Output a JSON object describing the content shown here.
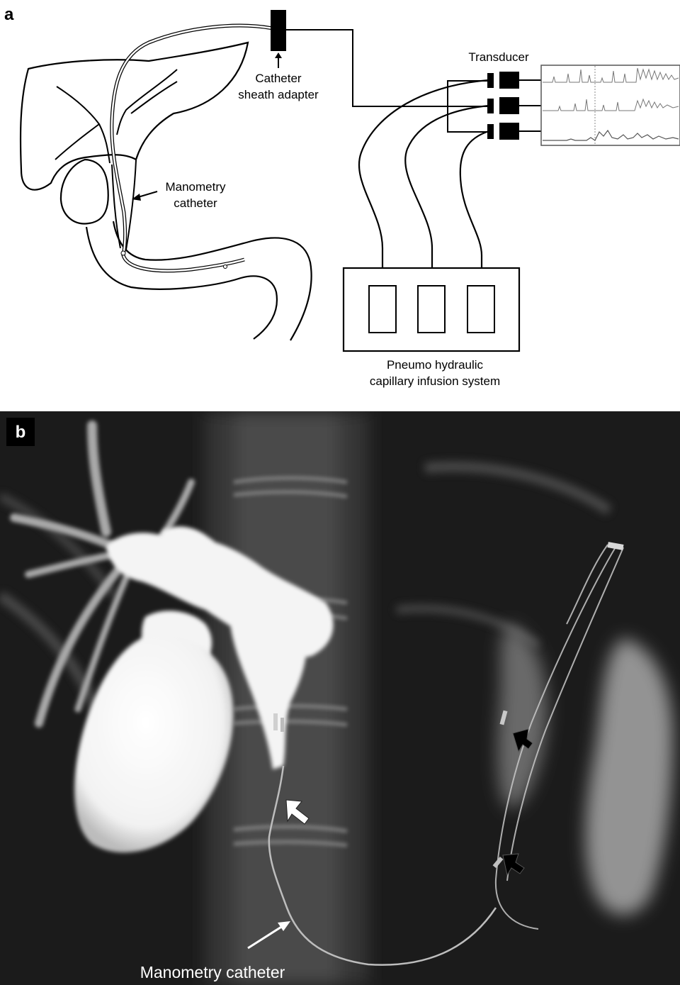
{
  "panel_a": {
    "letter": "a",
    "labels": {
      "catheter_line1": "Catheter",
      "catheter_line2": "sheath adapter",
      "manometry_line1": "Manometry",
      "manometry_line2": "catheter",
      "transducer": "Transducer",
      "pump_line1": "Pneumo hydraulic",
      "pump_line2": "capillary infusion system"
    }
  },
  "panel_b": {
    "letter": "b",
    "caption": "Manometry catheter"
  },
  "colors": {
    "line": "#000000",
    "xray_background": "#1b1b1b",
    "contrast": "#f4f4f4"
  }
}
